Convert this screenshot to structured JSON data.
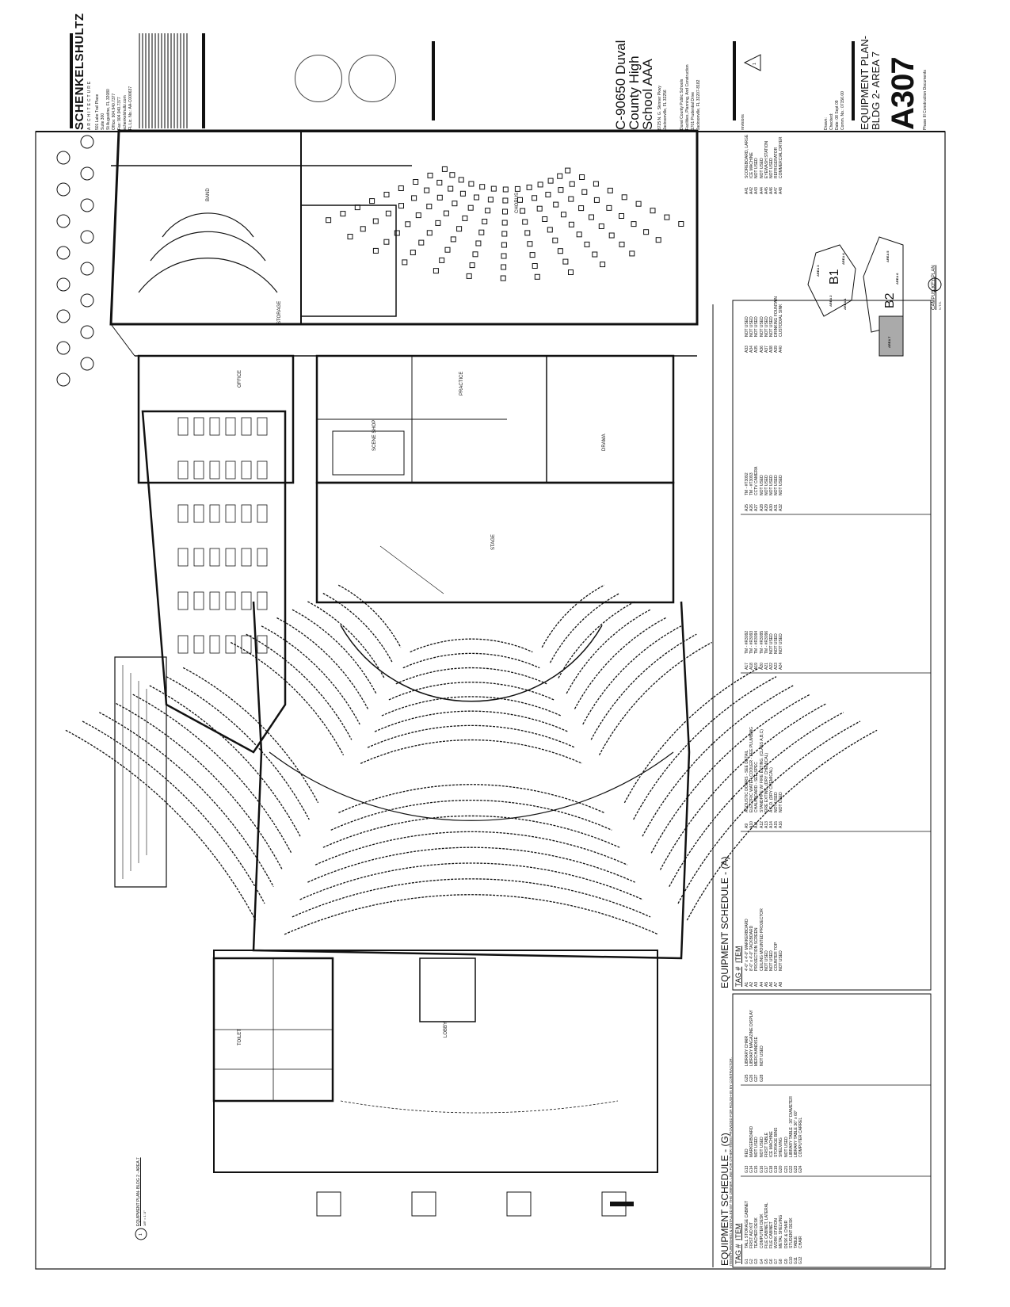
{
  "firm": {
    "name": "SCHENKELSHULTZ",
    "tagline": "ARCHITECTURE",
    "address_lines": [
      "501 Lake Trail Place",
      "Suite 300",
      "St Augustine, FL 32080",
      "Office: 904.940.7377",
      "Fax: 904.940.7377",
      "schenkelshultz.com",
      "FL Lic. No.: AA-C000637"
    ]
  },
  "project": {
    "title_lines": [
      "C-90650 Duval",
      "County High",
      "School AAA"
    ],
    "address_lines": [
      "8725 N. G. Skinner Pkwy",
      "Jacksonville, FL 32256"
    ],
    "client_lines": [
      "Duval County Public Schools",
      "Facilities, Planning, And Construction",
      "1701 Prudential Drive",
      "Jacksonville, FL 32207-8182"
    ],
    "revisions_label": "revisions",
    "revision_tag": "1"
  },
  "drawing_info": {
    "lines": [
      "Drawn:",
      "Checked:",
      "Date: 08 Sept 09",
      "Comm. No.: 07156.00"
    ]
  },
  "sheet": {
    "title_lines": [
      "EQUIPMENT PLAN-",
      "BLDG 2- AREA 7"
    ],
    "number": "A307",
    "phase": "Phase III Construction Documents"
  },
  "key_plan": {
    "title": "CAMPUS KEY PLAN",
    "scale": "N.T.S.",
    "building_labels": [
      "B1",
      "B2"
    ],
    "area_labels": [
      "AREA 1",
      "AREA 2",
      "AREA 3",
      "AREA 4",
      "AREA 5",
      "AREA 6",
      "AREA 7"
    ]
  },
  "plan_caption": {
    "tag": "1",
    "title": "EQUIPMENT PLAN- BLDG 2 - AREA 7",
    "scale": "1/8\" = 1'-0\""
  },
  "room_labels": [
    "BAND",
    "CHORUS",
    "STAGE",
    "LOBBY",
    "STORAGE",
    "OFFICE",
    "TOILET",
    "PRACTICE",
    "DRAMA",
    "SCENE SHOP"
  ],
  "schedule_g": {
    "title": "EQUIPMENT SCHEDULE - (G)",
    "note": "ITEMS FURNISHED & INSTALLED BY THE OWNER. LINE FOR OTHER ITEMS PROVIDED FOR ROUGH-IN BY CONTRACTOR.",
    "col_tag": "TAG #",
    "col_item": "ITEM",
    "rows": [
      [
        "G1",
        "TALL STORAGE CABINET"
      ],
      [
        "G2",
        "FIRST AID KIT"
      ],
      [
        "G3",
        "TEACHER DESK"
      ],
      [
        "G4",
        "COMPUTER DESK"
      ],
      [
        "G5",
        "FILE CABINET, LATERAL"
      ],
      [
        "G6",
        "FILE CABINET"
      ],
      [
        "G7",
        "WORK STATION"
      ],
      [
        "G8",
        "METAL SHELVING"
      ],
      [
        "G9",
        "DESK & CHAIR"
      ],
      [
        "G10",
        "STUDENT DESK"
      ],
      [
        "G11",
        "TABLE"
      ],
      [
        "G12",
        "CHAIR"
      ],
      [
        "G13",
        "RED"
      ],
      [
        "G14",
        "MARKERBOARD"
      ],
      [
        "G15",
        "NOT USED"
      ],
      [
        "G16",
        "NOT USED"
      ],
      [
        "G17",
        "FIRST TABLE"
      ],
      [
        "G18",
        "ICE MACHINE"
      ],
      [
        "G19",
        "STORAGE BINS"
      ],
      [
        "G20",
        "SHELVING"
      ],
      [
        "G21",
        "NOT USED"
      ],
      [
        "G22",
        "LIBRARY TABLE - 36\" DIAMETER"
      ],
      [
        "G23",
        "LIBRARY TABLE 36\" x 60\""
      ],
      [
        "G24",
        "COMPUTER CARREL"
      ],
      [
        "G25",
        "LIBRARY CHAIR"
      ],
      [
        "G26",
        "LIBRARY MAGAZINE DISPLAY"
      ],
      [
        "G27",
        "MERCHANDISE"
      ],
      [
        "G28",
        "NOT USED"
      ]
    ]
  },
  "schedule_a": {
    "title": "EQUIPMENT SCHEDULE - (A)",
    "col_tag": "TAG #",
    "col_item": "ITEM",
    "rows": [
      [
        "A1",
        "4'-0\" x 4'-0\" MARKERBOARD"
      ],
      [
        "A2",
        "8'-0\" x 4'-0\" TACKBOARD"
      ],
      [
        "A3",
        "PROJECTION SCREEN"
      ],
      [
        "A4",
        "CEILING MOUNTED PROJECTOR"
      ],
      [
        "A5",
        "NOT USED"
      ],
      [
        "A6",
        "NOT USED"
      ],
      [
        "A7",
        "COUNTER TOP"
      ],
      [
        "A8",
        "NOT USED"
      ],
      [
        "A9",
        "ACOUSTIC DOORS - SEE DETAIL"
      ],
      [
        "A10",
        "ELECTRIC WATER COOLER - SEE PLUMBING"
      ],
      [
        "A11",
        "CHALKBOARD - SEE SPEC"
      ],
      [
        "A12",
        "STANDPIPE W/ FIRE EXTING. (CLASS A,B,C)"
      ],
      [
        "A13",
        "FIRE EXTING. (DRY CHEMICAL)"
      ],
      [
        "A14",
        "A.E.D. (DRY CHEMICAL)"
      ],
      [
        "A15",
        "NOT USED"
      ],
      [
        "A16",
        "NOT USED"
      ],
      [
        "A17",
        "TM - #R3092"
      ],
      [
        "A18",
        "TM - #R3093"
      ],
      [
        "A19",
        "TM - #R3094"
      ],
      [
        "A20",
        "TM - #R3095"
      ],
      [
        "A21",
        "TM - #R3096"
      ],
      [
        "A22",
        "NOT USED"
      ],
      [
        "A23",
        "NOT USED"
      ],
      [
        "A24",
        "NOT USED"
      ],
      [
        "A25",
        "TM - #T3092"
      ],
      [
        "A26",
        "TM - #T3093"
      ],
      [
        "A27",
        "CCTV CAMERA"
      ],
      [
        "A28",
        "NOT USED"
      ],
      [
        "A29",
        "NOT USED"
      ],
      [
        "A30",
        "NOT USED"
      ],
      [
        "A31",
        "NOT USED"
      ],
      [
        "A32",
        "NOT USED"
      ],
      [
        "A33",
        "NOT USED"
      ],
      [
        "A34",
        "NOT USED"
      ],
      [
        "A35",
        "NOT USED"
      ],
      [
        "A36",
        "NOT USED"
      ],
      [
        "A37",
        "NOT USED"
      ],
      [
        "A38",
        "NOT USED"
      ],
      [
        "A39",
        "DRINKING FOUNTAIN"
      ],
      [
        "A40",
        "CUSTODIAL SINK"
      ],
      [
        "A41",
        "SCOREBOARD, LARGE"
      ],
      [
        "A42",
        "ICE MACHINE"
      ],
      [
        "A43",
        "NOT USED"
      ],
      [
        "A44",
        "NOT USED"
      ],
      [
        "A45",
        "EYEWASH STATION"
      ],
      [
        "A46",
        "NOT USED"
      ],
      [
        "A47",
        "REFRIGERATOR"
      ],
      [
        "A48",
        "COMMERCIAL DRYER"
      ]
    ]
  }
}
